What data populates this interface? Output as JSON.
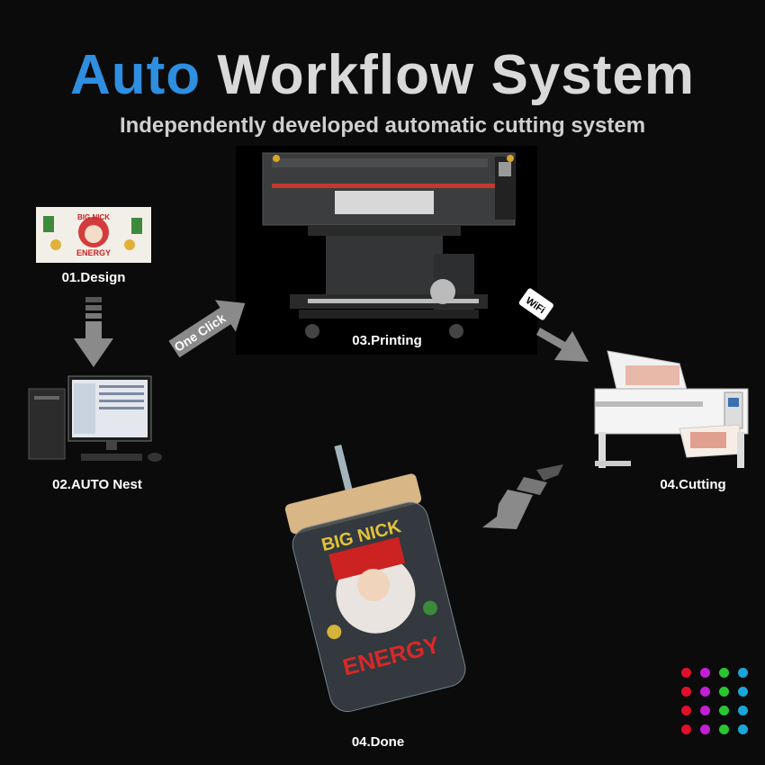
{
  "header": {
    "title_highlight": "Auto",
    "title_rest": "Workflow System",
    "subtitle": "Independently developed automatic cutting system"
  },
  "steps": {
    "design": "01.Design",
    "nest": "02.AUTO Nest",
    "printing": "03.Printing",
    "cutting": "04.Cutting",
    "done": "04.Done"
  },
  "arrows": {
    "one_click": "One Click",
    "wifi": "WiFi"
  },
  "design_art": {
    "line1": "BIG NICK",
    "line2": "ENERGY"
  },
  "colors": {
    "accent_blue": "#2e8ee0",
    "title_gray": "#d9d9d9",
    "arrow_gray": "#8a8a8a",
    "background": "#0b0b0b"
  }
}
